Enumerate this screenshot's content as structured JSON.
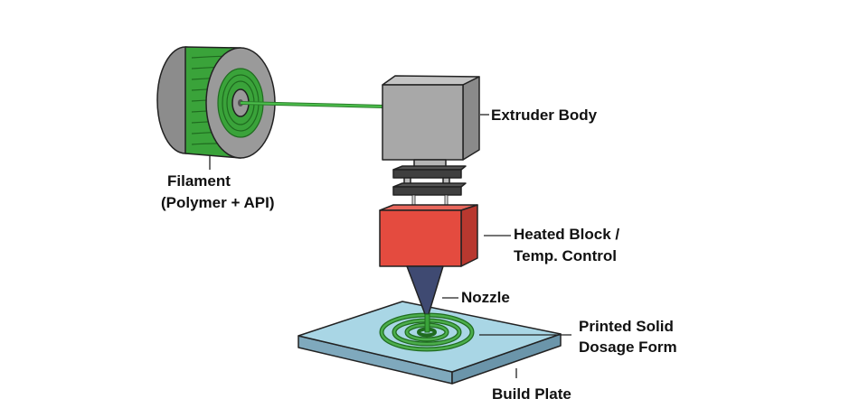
{
  "labels": {
    "filament_line1": "Filament",
    "filament_line2": "(Polymer + API)",
    "extruder_body": "Extruder Body",
    "heated_block_line1": "Heated Block /",
    "heated_block_line2": "Temp. Control",
    "nozzle": "Nozzle",
    "printed_line1": "Printed Solid",
    "printed_line2": "Dosage Form",
    "build_plate": "Build Plate"
  },
  "colors": {
    "filament": "#3aa33a",
    "spool": "#9a9a9a",
    "extruder": "#a8a8a8",
    "heated_block": "#e44b3f",
    "nozzle": "#3f4a72",
    "build_plate": "#a9d6e5"
  }
}
